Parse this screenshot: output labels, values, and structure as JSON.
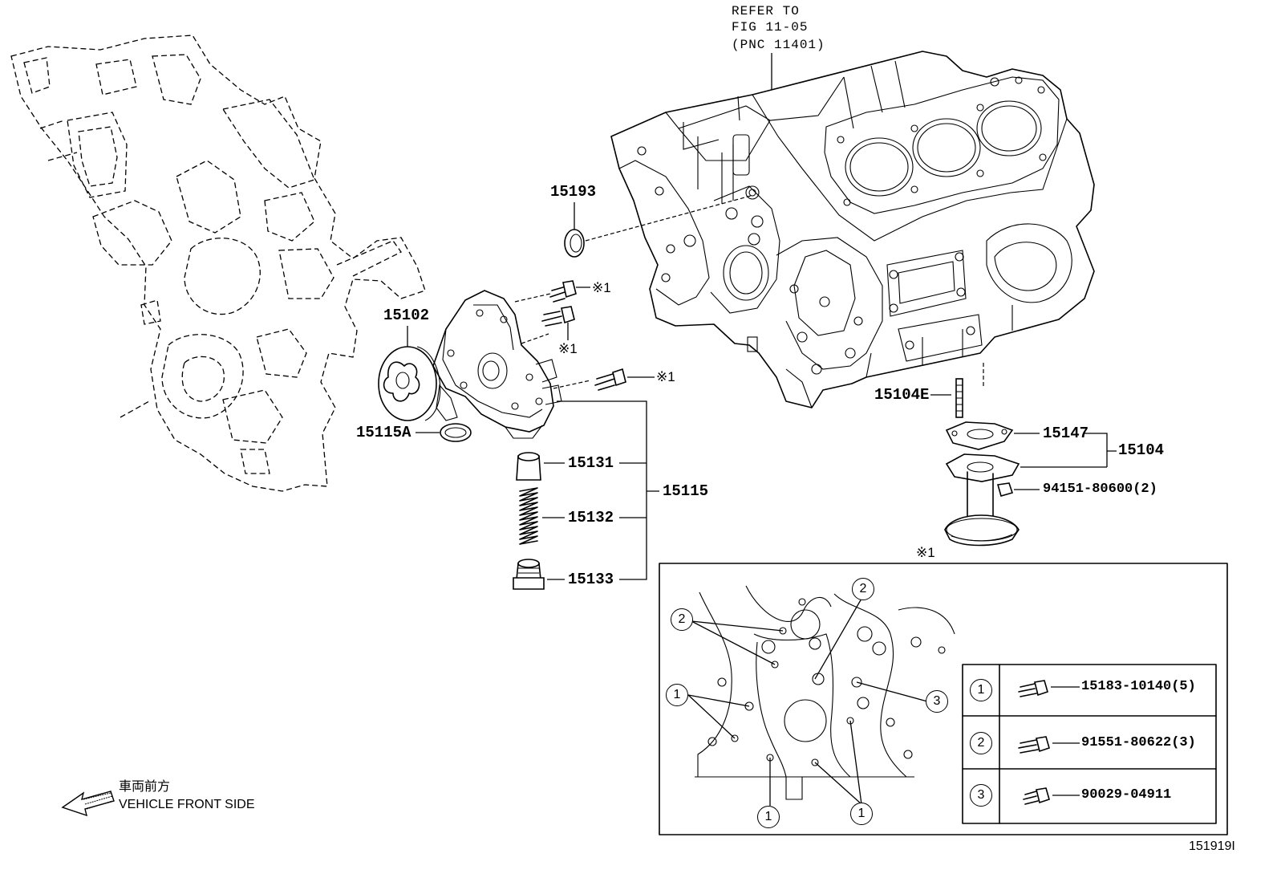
{
  "refer": {
    "line1": "REFER TO",
    "line2": "FIG 11-05",
    "line3": "(PNC 11401)"
  },
  "parts": {
    "p15193": "15193",
    "p15102": "15102",
    "p15115A": "15115A",
    "p15131": "15131",
    "p15132": "15132",
    "p15133": "15133",
    "p15115": "15115",
    "p15104E": "15104E",
    "p15147": "15147",
    "p15104": "15104",
    "p94151": "94151-80600(2)"
  },
  "markers": {
    "ref1": "※1"
  },
  "detail": {
    "header": "※1",
    "callouts": [
      "1",
      "2",
      "3"
    ],
    "legend": [
      {
        "num": "1",
        "part": "15183-10140(5)"
      },
      {
        "num": "2",
        "part": "91551-80622(3)"
      },
      {
        "num": "3",
        "part": "90029-04911"
      }
    ]
  },
  "front": {
    "jp": "車両前方",
    "en": "VEHICLE FRONT SIDE"
  },
  "figure_id": "151919I"
}
